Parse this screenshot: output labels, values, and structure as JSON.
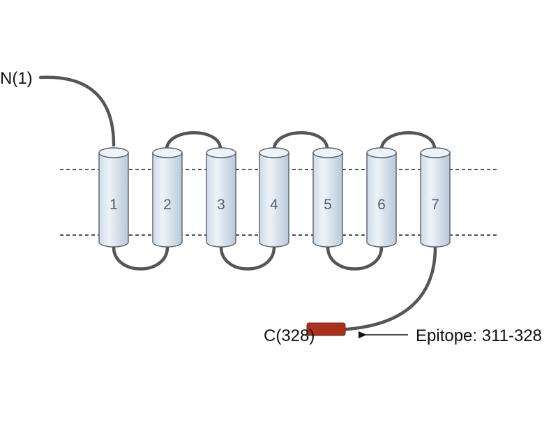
{
  "diagram": {
    "helices": [
      {
        "label": "1"
      },
      {
        "label": "2"
      },
      {
        "label": "3"
      },
      {
        "label": "4"
      },
      {
        "label": "5"
      },
      {
        "label": "6"
      },
      {
        "label": "7"
      }
    ],
    "n_terminus_label": "N(1)",
    "c_terminus_label": "C(328)",
    "epitope_label": "Epitope: 311-328",
    "colors": {
      "helix_fill_light": "#eef3f8",
      "helix_fill_dark": "#b9c8d8",
      "helix_outline": "#55606b",
      "loop": "#555555",
      "epitope": "#a8321c"
    }
  }
}
